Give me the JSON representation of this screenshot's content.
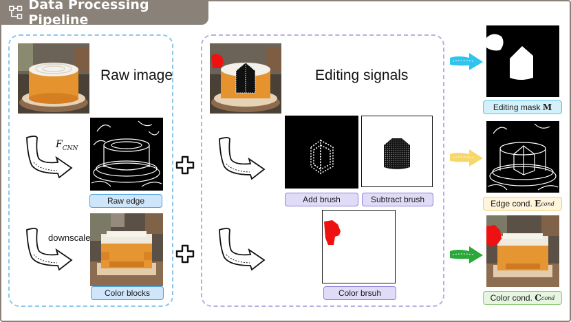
{
  "header": {
    "title": "Data Processing Pipeline",
    "icon": "flow-diagram-icon"
  },
  "left_panel": {
    "raw_image_text": "Raw image",
    "fcnn_symbol": "F",
    "fcnn_subscript": "CNN",
    "downscale_text": "downscale",
    "raw_edge_label": "Raw edge",
    "color_blocks_label": "Color blocks"
  },
  "middle_panel": {
    "editing_signals_text": "Editing signals",
    "add_brush_label": "Add brush",
    "subtract_brush_label": "Subtract brush",
    "color_brush_label": "Color brsuh"
  },
  "outputs": {
    "editing_mask_label": "Editing mask",
    "editing_mask_symbol": "M",
    "edge_cond_label": "Edge cond.",
    "edge_cond_symbol": "E",
    "edge_cond_subscript": "cond",
    "color_cond_label": "Color cond.",
    "color_cond_symbol": "C",
    "color_cond_subscript": "cond"
  },
  "colors": {
    "header_bg": "#8a8279",
    "blue_accent": "#4aa3e0",
    "purple_accent": "#8e7fd6",
    "cyan_arrow": "#2ec4ee",
    "yellow_arrow": "#f6d86a",
    "green_arrow": "#2aa83a",
    "brush_red": "#ee1111"
  }
}
